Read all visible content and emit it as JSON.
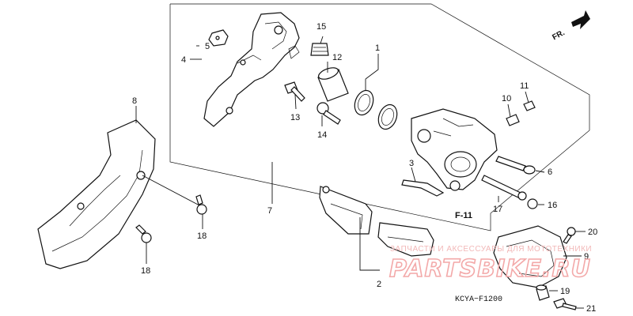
{
  "callouts": {
    "c1": "1",
    "c2": "2",
    "c3": "3",
    "c4": "4",
    "c5": "5",
    "c6": "6",
    "c7": "7",
    "c8": "8",
    "c9": "9",
    "c10": "10",
    "c11": "11",
    "c12": "12",
    "c13": "13",
    "c14": "14",
    "c15": "15",
    "c16": "16",
    "c17": "17",
    "c18a": "18",
    "c18b": "18",
    "c19": "19",
    "c20": "20",
    "c21": "21"
  },
  "section_ref": "F-11",
  "direction_label": "FR.",
  "diagram_code": "KCYA−F1200",
  "watermark": {
    "caption": "ЗАПЧАСТИ И АКСЕССУАРЫ ДЛЯ МОТОТЕХНИКИ",
    "brand": "PARTSBIKE.RU"
  },
  "colors": {
    "line": "#111111",
    "watermark": "#f3a9a9"
  }
}
